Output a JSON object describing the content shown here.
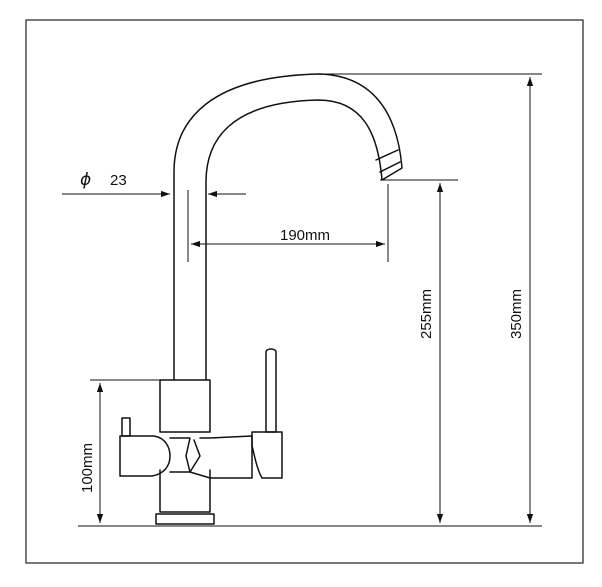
{
  "diameter": {
    "symbol": "ϕ",
    "value": "23"
  },
  "dimensions": {
    "spout_reach": "190mm",
    "spout_height": "255mm",
    "total_height": "350mm",
    "body_height": "100mm"
  },
  "colors": {
    "line": "#111111",
    "frame": "#222222",
    "background": "#ffffff"
  }
}
